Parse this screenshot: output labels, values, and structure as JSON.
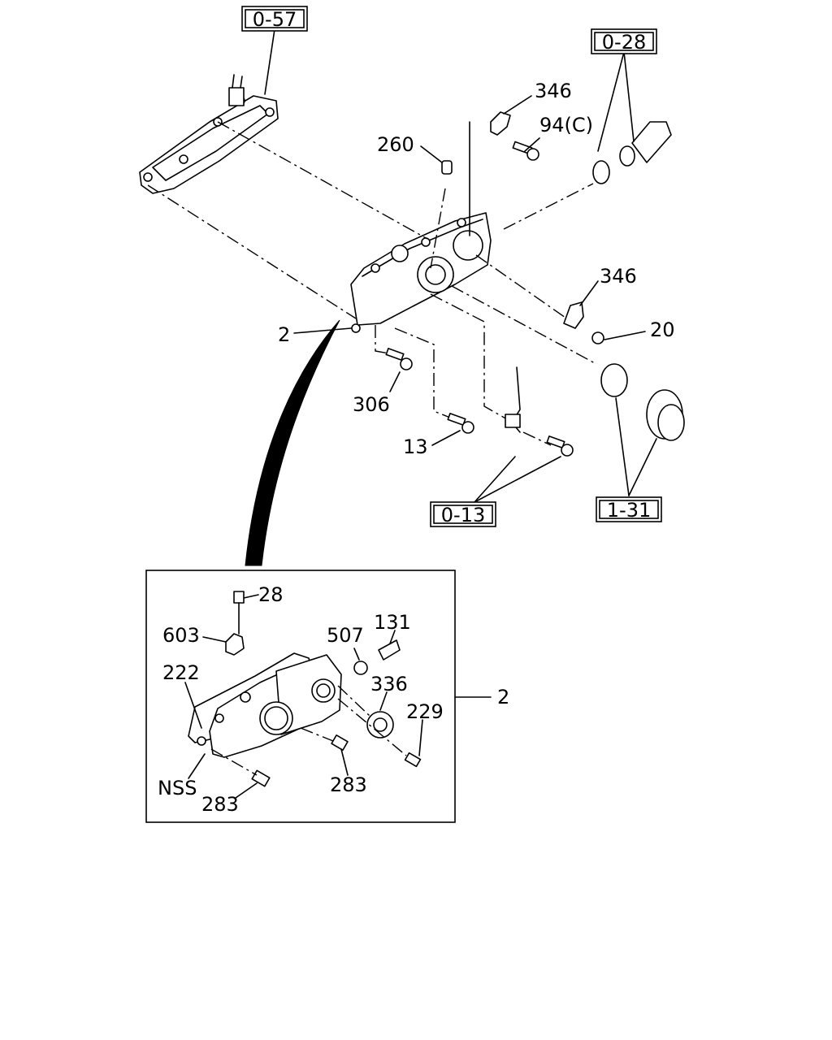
{
  "refs": {
    "r057": "0-57",
    "r028": "0-28",
    "r013": "0-13",
    "r131": "1-31"
  },
  "parts": {
    "p346a": "346",
    "p94c": "94(C)",
    "p260": "260",
    "p346b": "346",
    "p20": "20",
    "p2": "2",
    "p306": "306",
    "p13": "13"
  },
  "detail": {
    "p28": "28",
    "p603": "603",
    "p507": "507",
    "p131": "131",
    "p222": "222",
    "p336": "336",
    "p229": "229",
    "pNSS": "NSS",
    "p283a": "283",
    "p283b": "283",
    "p2": "2"
  }
}
